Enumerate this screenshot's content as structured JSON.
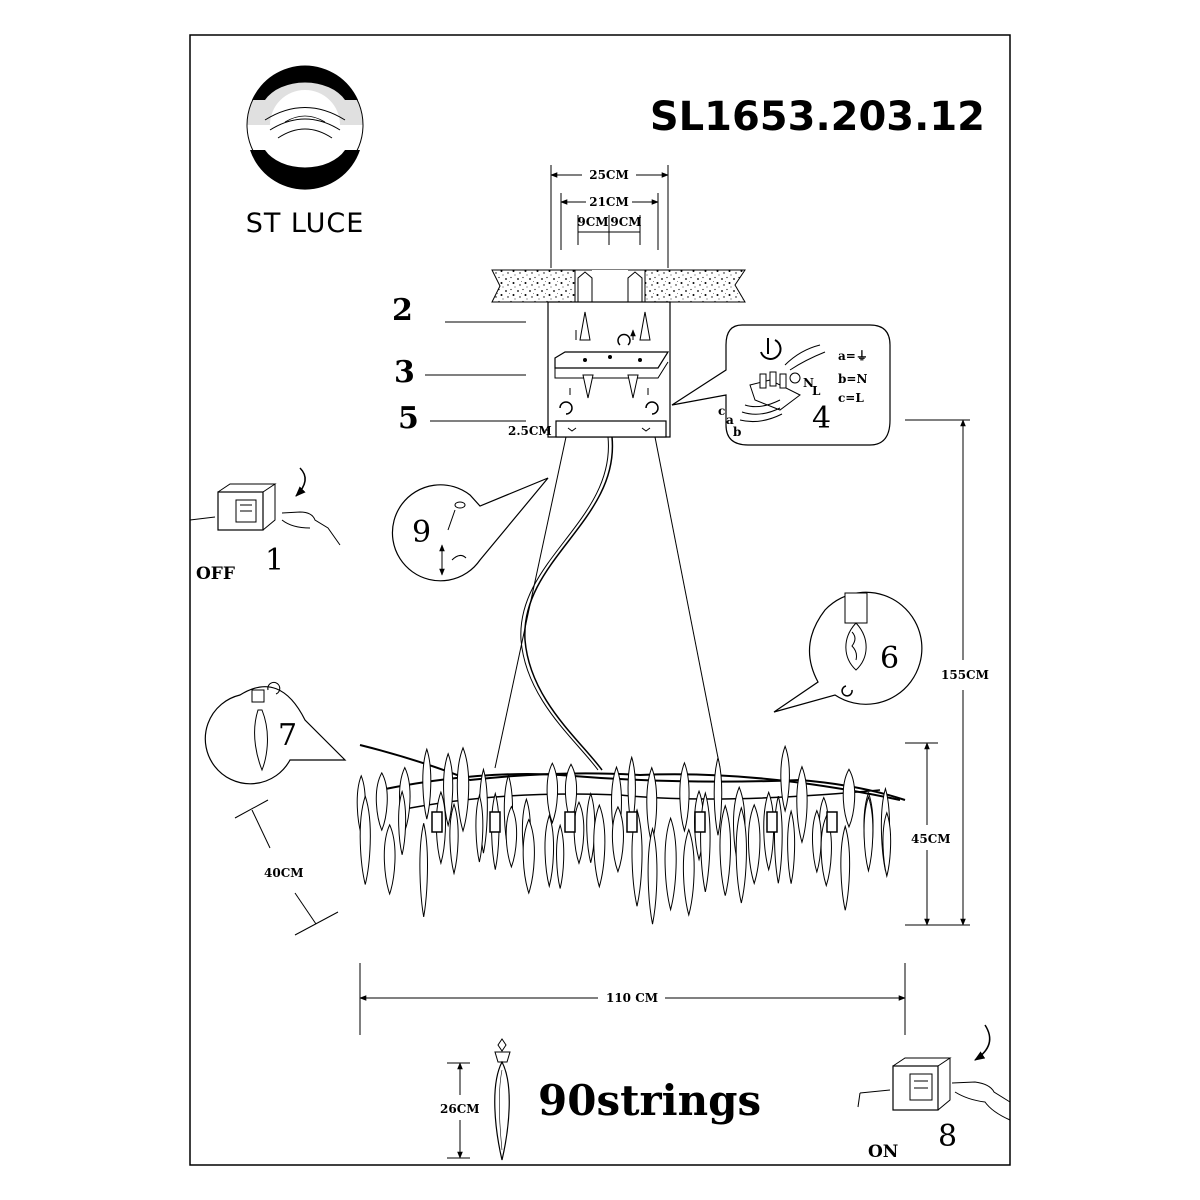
{
  "brand": {
    "name": "ST LUCE"
  },
  "model": "SL1653.203.12",
  "dimensions": {
    "canopy_width": "25CM",
    "mount_width": "21CM",
    "half_left": "9CM",
    "half_right": "9CM",
    "canopy_depth": "2.5CM",
    "total_height": "155CM",
    "body_height": "45CM",
    "body_depth": "40CM",
    "body_width": "110 CM",
    "crystal_length": "26CM"
  },
  "steps": [
    "1",
    "2",
    "3",
    "4",
    "5",
    "6",
    "7",
    "8",
    "9"
  ],
  "switch": {
    "off": "OFF",
    "on": "ON"
  },
  "wiring": {
    "a": "a=⏚",
    "b": "b=N",
    "c": "c=L",
    "n": "N",
    "l": "L",
    "wire_c": "c",
    "wire_a": "a",
    "wire_b": "b"
  },
  "strings_label": "90strings"
}
